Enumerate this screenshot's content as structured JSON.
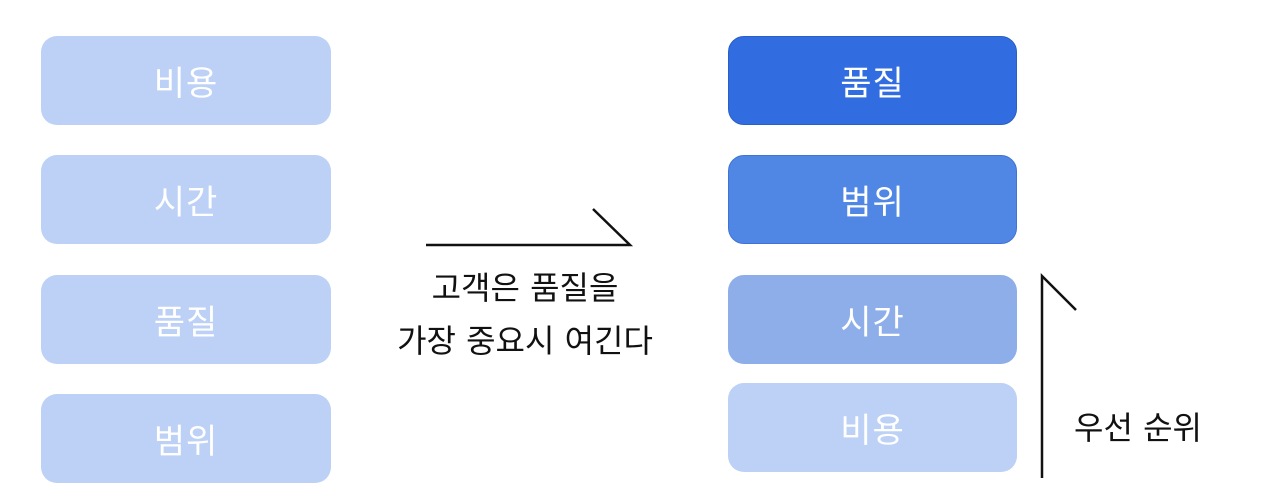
{
  "before": {
    "items": [
      "비용",
      "시간",
      "품질",
      "범위"
    ]
  },
  "after": {
    "items": [
      "품질",
      "범위",
      "시간",
      "비용"
    ]
  },
  "caption": {
    "line1": "고객은 품질을",
    "line2": "가장 중요시 여긴다"
  },
  "priority_label": "우선 순위",
  "colors": {
    "light": "#bcd1f5",
    "medium_light": "#8eaeea",
    "medium": "#5086e4",
    "strong": "#316de0"
  }
}
